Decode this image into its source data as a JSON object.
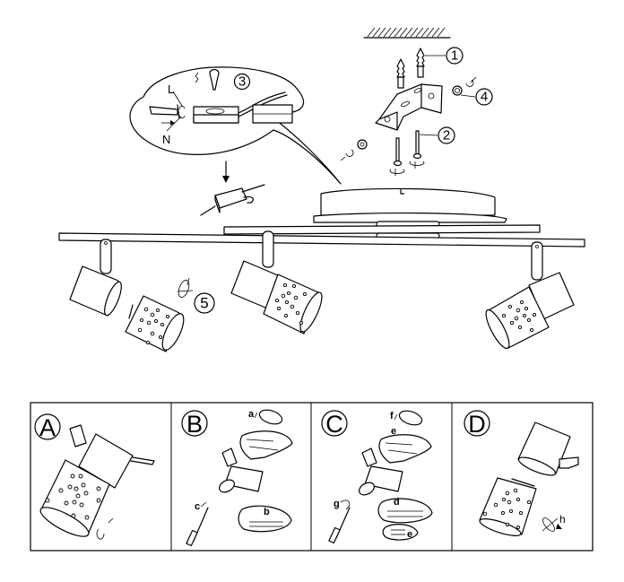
{
  "diagram": {
    "type": "assembly-instructions",
    "subject": "ceiling spotlight bar with 3 adjustable spots",
    "main_callouts": [
      {
        "number": "1",
        "part": "wall-plug"
      },
      {
        "number": "2",
        "part": "mounting-screw"
      },
      {
        "number": "3",
        "part": "terminal-block-connection"
      },
      {
        "number": "4",
        "part": "cap-nut"
      },
      {
        "number": "5",
        "part": "shade-rotation"
      }
    ],
    "wiring_labels": {
      "live": "L",
      "neutral": "N"
    },
    "panels": [
      {
        "letter": "A",
        "labels": []
      },
      {
        "letter": "B",
        "labels": [
          "a",
          "b",
          "c"
        ]
      },
      {
        "letter": "C",
        "labels": [
          "f",
          "e",
          "d",
          "g",
          "e"
        ]
      },
      {
        "letter": "D",
        "labels": [
          "h"
        ]
      }
    ]
  }
}
